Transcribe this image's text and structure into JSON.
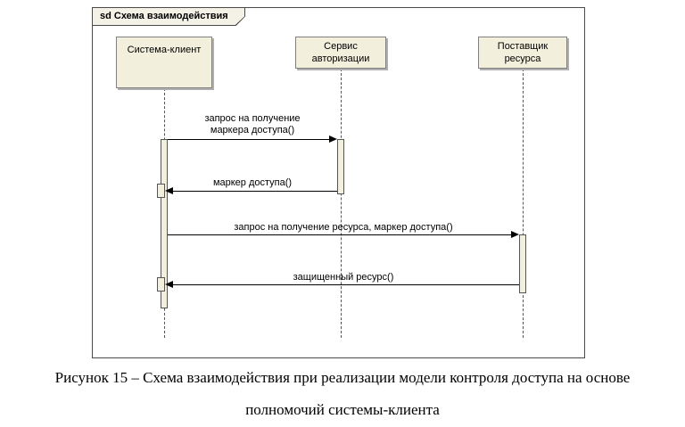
{
  "frame": {
    "title": "sd Схема взаимодействия"
  },
  "lifelines": [
    {
      "name": "Система-клиент"
    },
    {
      "name": "Сервис\nавторизации"
    },
    {
      "name": "Поставщик\nресурса"
    }
  ],
  "messages": [
    {
      "label": "запрос на получение\nмаркера доступа()",
      "direction": "right"
    },
    {
      "label": "маркер доступа()",
      "direction": "left"
    },
    {
      "label": "запрос на получение ресурса, маркер доступа()",
      "direction": "right"
    },
    {
      "label": "защищенный ресурс()",
      "direction": "left"
    }
  ],
  "caption": {
    "line1": "Рисунок 15 – Схема взаимодействия при реализации модели контроля доступа на основе",
    "line2": "полномочий системы-клиента"
  },
  "colors": {
    "box_fill": "#f2efdc",
    "box_border": "#808080",
    "frame_border": "#4a4a4a"
  }
}
